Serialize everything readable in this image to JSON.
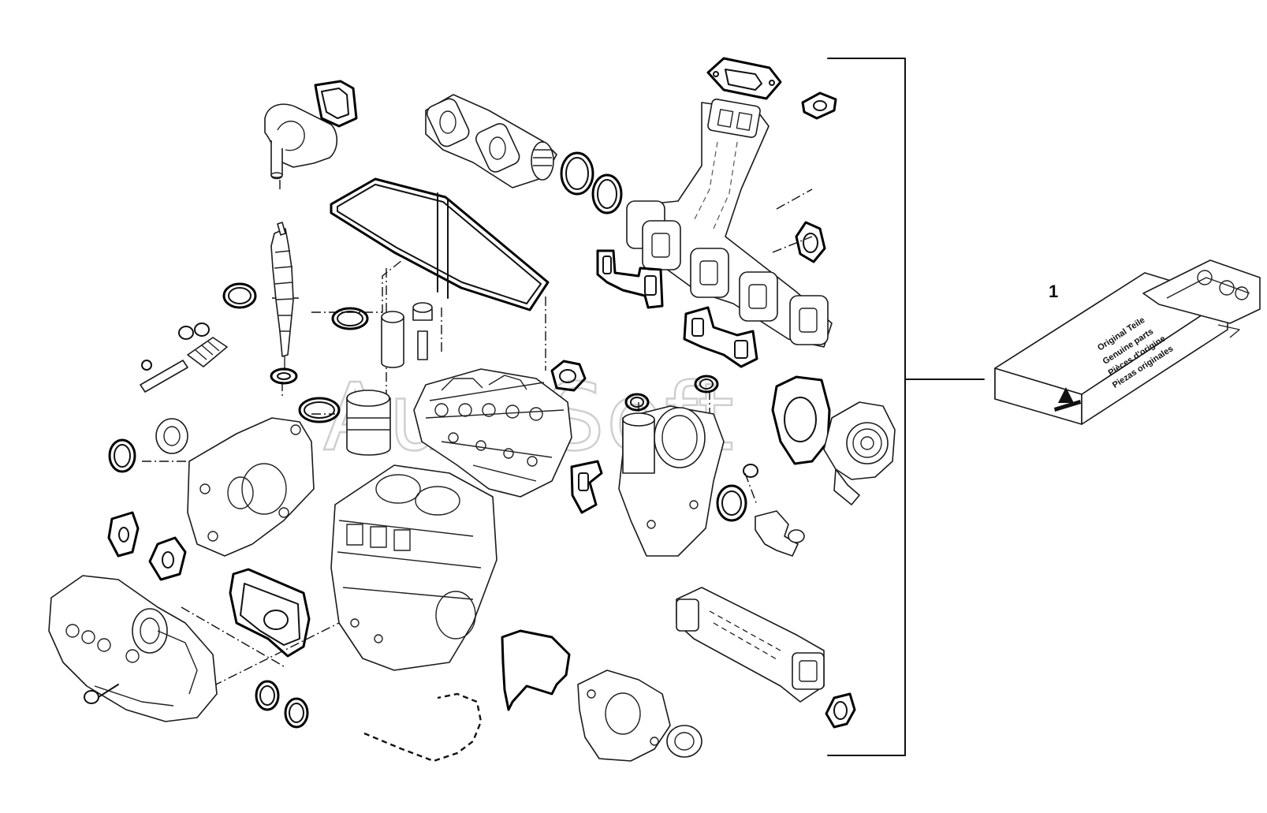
{
  "diagram": {
    "callout_label": "1",
    "watermark": "AutoSoft",
    "kit_box_text": {
      "line1": "Original Teile",
      "line2": "Genuine parts",
      "line3": "Pièces d'origine",
      "line4": "Piezas originales"
    }
  }
}
